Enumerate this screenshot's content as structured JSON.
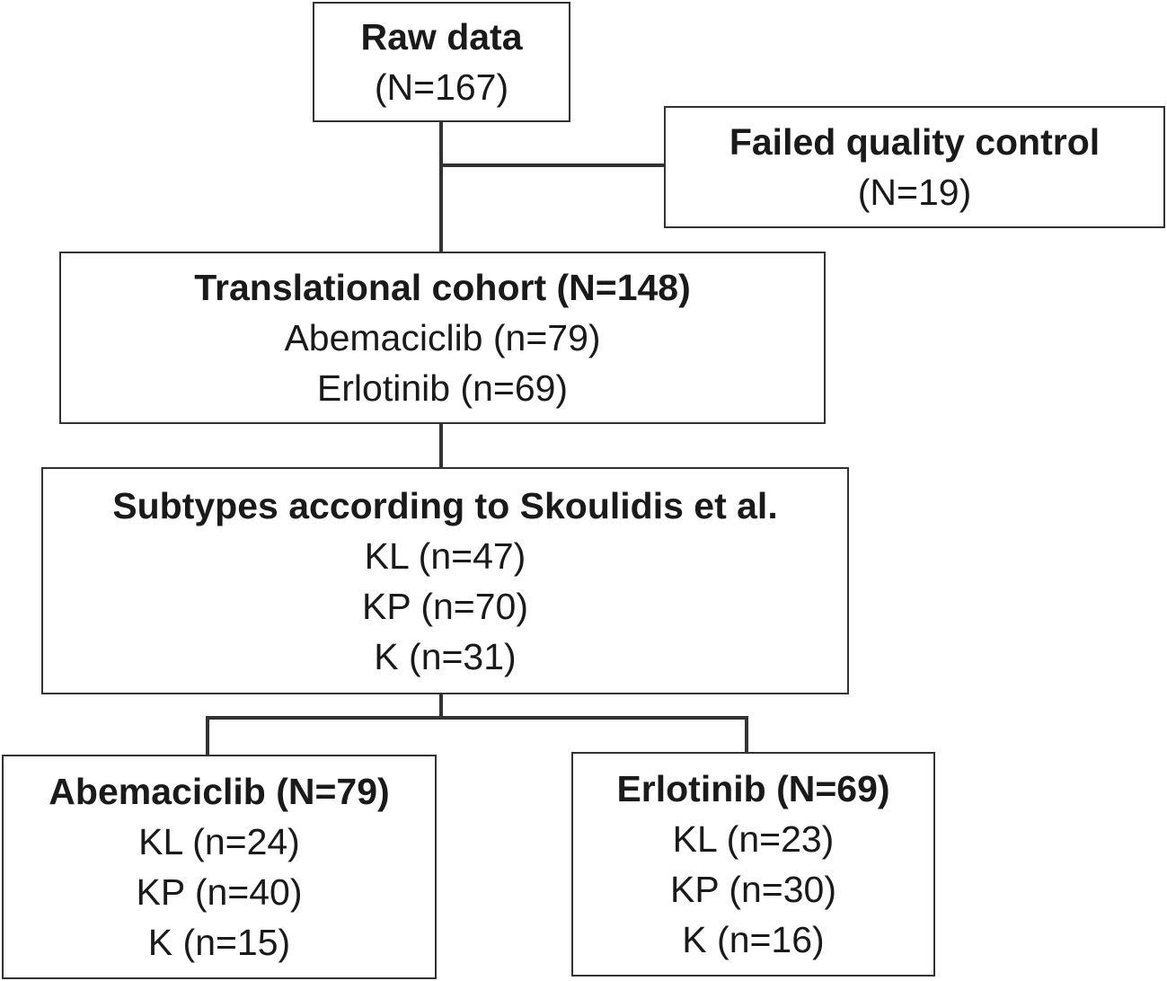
{
  "raw": {
    "title": "Raw data",
    "count": "(N=167)"
  },
  "failed": {
    "title": "Failed quality control",
    "count": "(N=19)"
  },
  "translational": {
    "title": "Translational cohort (N=148)",
    "line1": "Abemaciclib (n=79)",
    "line2": "Erlotinib (n=69)"
  },
  "subtypes": {
    "title": "Subtypes according to Skoulidis et al.",
    "line1": "KL (n=47)",
    "line2": "KP (n=70)",
    "line3": "K (n=31)"
  },
  "abemaciclib": {
    "title": "Abemaciclib (N=79)",
    "line1": "KL (n=24)",
    "line2": "KP (n=40)",
    "line3": "K (n=15)"
  },
  "erlotinib": {
    "title": "Erlotinib (N=69)",
    "line1": "KL (n=23)",
    "line2": "KP (n=30)",
    "line3": "K (n=16)"
  }
}
